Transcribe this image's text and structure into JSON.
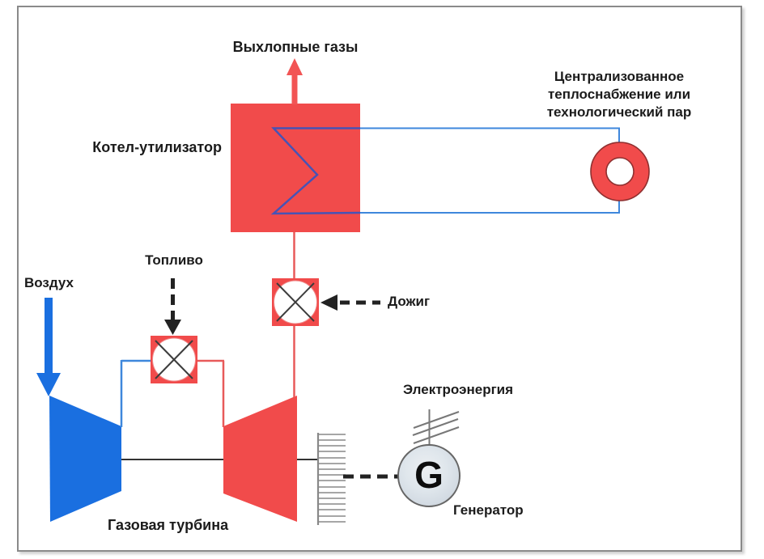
{
  "diagram": {
    "exhaust": {
      "label": "Выхлопные газы"
    },
    "boiler": {
      "label": "Котел-утилизатор"
    },
    "heat_supply": {
      "line1": "Централизованное",
      "line2": "теплоснабжение или",
      "line3": "технологический пар"
    },
    "fuel": {
      "label": "Топливо"
    },
    "air": {
      "label": "Воздух"
    },
    "afterburner": {
      "label": "Дожиг"
    },
    "gas_turbine": {
      "label": "Газовая турбина"
    },
    "electricity": {
      "label": "Электроэнергия"
    },
    "generator": {
      "label": "Генератор",
      "letter": "G"
    }
  },
  "colors": {
    "red_fill": "#f14b4b",
    "red_pipe": "#e85a5a",
    "exhaust_arrow_red": "#f25454",
    "blue_fill": "#1a6fe0",
    "blue_pipe": "#3e87dc",
    "coil_blue": "#4753b5",
    "dashed_black": "#222222",
    "shaft_gray": "#333333",
    "coupling_gray": "#888888",
    "generator_fill": "#dde3e9",
    "frame_gray": "#8a8a8a"
  }
}
